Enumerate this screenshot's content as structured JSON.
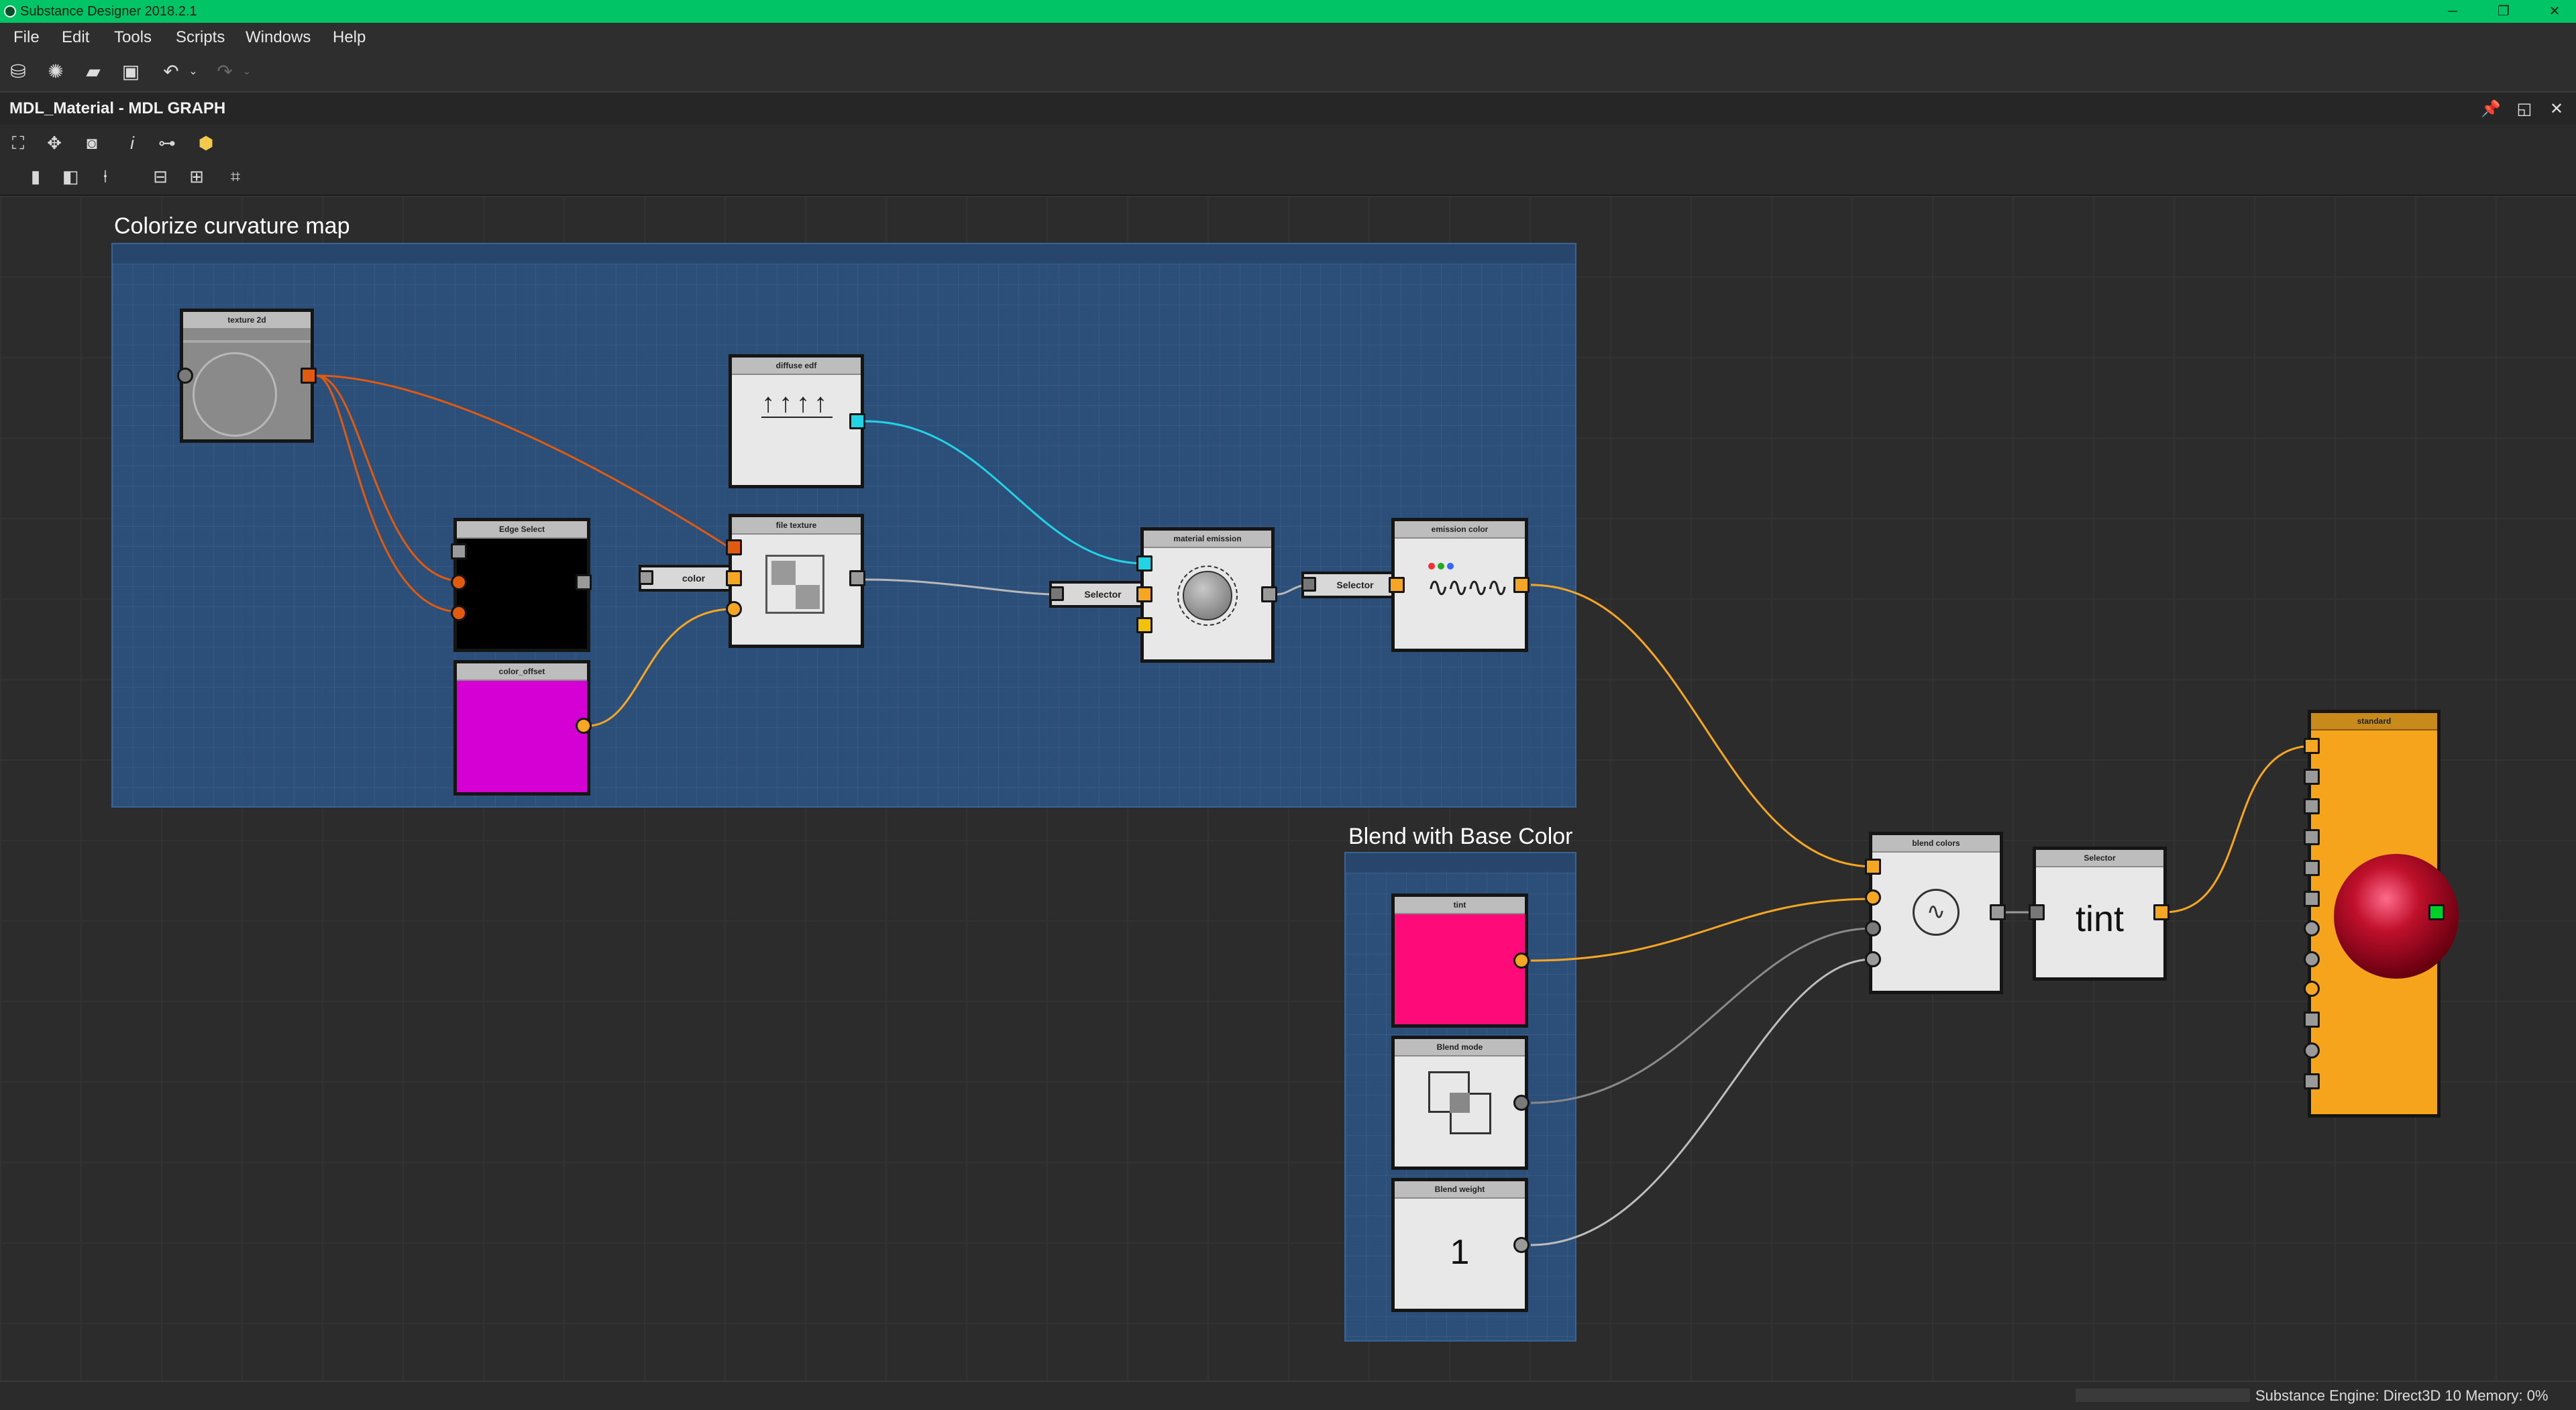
{
  "window": {
    "title": "Substance Designer 2018.2.1"
  },
  "menu": {
    "items": [
      "File",
      "Edit",
      "Tools",
      "Scripts",
      "Windows",
      "Help"
    ]
  },
  "graph": {
    "title": "MDL_Material - MDL GRAPH"
  },
  "frames": {
    "colorize": {
      "title": "Colorize curvature map"
    },
    "blend": {
      "title": "Blend with Base Color"
    }
  },
  "nodes": {
    "texture_2d": "texture 2d",
    "edge_select": "Edge Select",
    "color_offset": "color_offset",
    "diffuse_edf": "diffuse edf",
    "file_texture": "file texture",
    "color_pill": "color",
    "selector_1": "Selector",
    "material_emission": "material emission",
    "selector_2": "Selector",
    "emission_color": "emission color",
    "tint": "tint",
    "blend_mode": "Blend mode",
    "blend_weight": "Blend weight",
    "blend_weight_value": "1",
    "blend_colors": "blend colors",
    "selector_3": "Selector",
    "selector_3_value": "tint",
    "standard": "standard"
  },
  "colors": {
    "titlebar": "#00c466",
    "frame": "#2c5280",
    "orange_wire": "#f5a623",
    "rust_wire": "#e05a10",
    "cyan_wire": "#22d3e6",
    "gray_wire": "#9a9a9a",
    "magenta": "#d400d4",
    "pink": "#ff0a78",
    "standard_node": "#f7a41d",
    "output_green": "#00d02a"
  },
  "status": {
    "text": "Substance Engine: Direct3D 10  Memory: 0%"
  }
}
